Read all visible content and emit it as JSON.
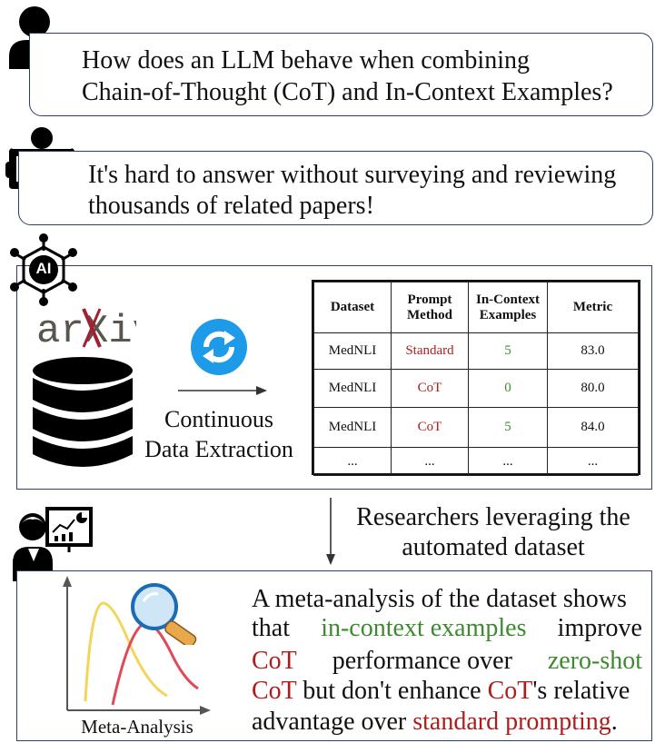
{
  "question": {
    "lines": [
      "How does an LLM behave when combining",
      "Chain-of-Thought (CoT) and In-Context Examples?"
    ],
    "icon": "user-icon"
  },
  "reader": {
    "lines": [
      "It's hard to answer without surveying and reviewing",
      "thousands of related papers!"
    ],
    "icon": "reading-person-icon"
  },
  "extraction": {
    "ai_badge": "AI",
    "arxiv_logo": "arXiv",
    "label_lines": [
      "Continuous",
      "Data Extraction"
    ],
    "icons": [
      "ai-network-icon",
      "database-icon",
      "refresh-icon",
      "arrow-right-icon"
    ]
  },
  "table": {
    "headers": [
      [
        "Dataset"
      ],
      [
        "Prompt",
        "Method"
      ],
      [
        "In-Context",
        "Examples"
      ],
      [
        "Metric"
      ]
    ],
    "rows": [
      [
        "MedNLI",
        "Standard",
        "5",
        "83.0"
      ],
      [
        "MedNLI",
        "CoT",
        "0",
        "80.0"
      ],
      [
        "MedNLI",
        "CoT",
        "5",
        "84.0"
      ],
      [
        "...",
        "...",
        "...",
        "..."
      ]
    ],
    "colors": {
      "method": "#b01c1c",
      "examples": "#3d8a2e"
    }
  },
  "researchers": {
    "lines": [
      "Researchers leveraging the",
      "automated dataset"
    ],
    "icon": "researcher-dashboard-icon"
  },
  "meta": {
    "caption": "Meta-Analysis",
    "icons": [
      "chart-curves-icon",
      "magnifier-icon"
    ],
    "text": {
      "l1": "A meta-analysis of the dataset shows",
      "l2a": "that",
      "l2b": "in-context examples",
      "l2c": "improve",
      "l3a": "CoT",
      "l3b": "performance over",
      "l3c": "zero-shot",
      "l4a": "CoT",
      "l4b": " but don't enhance ",
      "l4c": "CoT",
      "l4d": "'s relative",
      "l5a": "advantage over ",
      "l5b": "standard prompting",
      "l5c": "."
    }
  }
}
